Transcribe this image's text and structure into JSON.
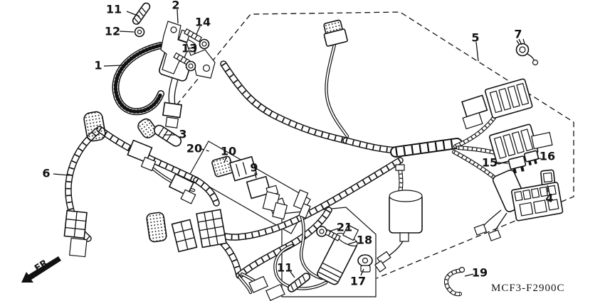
{
  "figure": {
    "code": "MCF3-F2900C",
    "direction_label": "FR."
  },
  "callouts": {
    "c1": {
      "label": "1"
    },
    "c2": {
      "label": "2"
    },
    "c3": {
      "label": "3"
    },
    "c4": {
      "label": "4"
    },
    "c5": {
      "label": "5"
    },
    "c6": {
      "label": "6"
    },
    "c7": {
      "label": "7"
    },
    "c9": {
      "label": "9"
    },
    "c10": {
      "label": "10"
    },
    "c11a": {
      "label": "11"
    },
    "c11b": {
      "label": "11"
    },
    "c12": {
      "label": "12"
    },
    "c13": {
      "label": "13"
    },
    "c14": {
      "label": "14"
    },
    "c15": {
      "label": "15"
    },
    "c16": {
      "label": "16"
    },
    "c17": {
      "label": "17"
    },
    "c18": {
      "label": "18"
    },
    "c19": {
      "label": "19"
    },
    "c20": {
      "label": "20"
    },
    "c21": {
      "label": "21"
    }
  }
}
